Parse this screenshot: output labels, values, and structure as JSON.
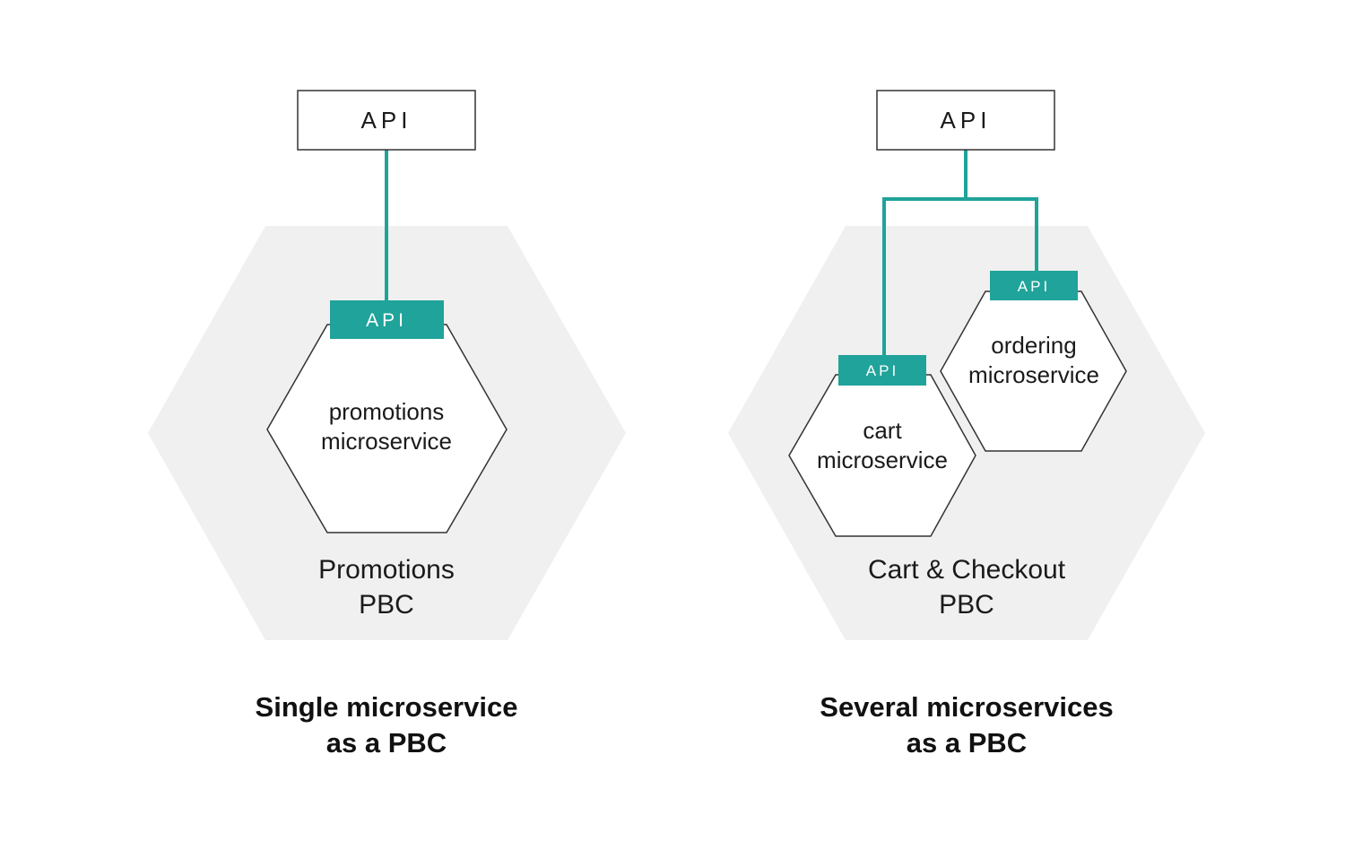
{
  "colors": {
    "accent": "#1fa39a",
    "pbc_fill": "#f0f0f0",
    "outline": "#333333",
    "text": "#1a1a1a"
  },
  "left": {
    "top_api": "API",
    "service_api": "API",
    "service_line1": "promotions",
    "service_line2": "microservice",
    "pbc_line1": "Promotions",
    "pbc_line2": "PBC",
    "caption_line1": "Single microservice",
    "caption_line2": "as a PBC"
  },
  "right": {
    "top_api": "API",
    "cart_api": "API",
    "cart_line1": "cart",
    "cart_line2": "microservice",
    "ordering_api": "API",
    "ordering_line1": "ordering",
    "ordering_line2": "microservice",
    "pbc_line1": "Cart & Checkout",
    "pbc_line2": "PBC",
    "caption_line1": "Several microservices",
    "caption_line2": "as a PBC"
  }
}
